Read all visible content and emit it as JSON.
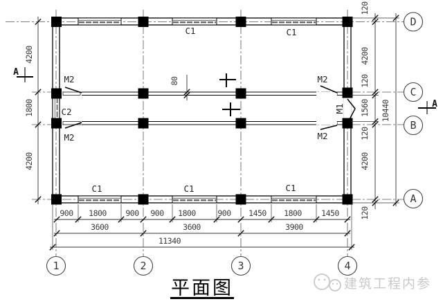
{
  "title": {
    "text": "平面图"
  },
  "watermark": {
    "text": "建筑工程内参"
  },
  "axes": {
    "bottom": [
      "1",
      "2",
      "3",
      "4"
    ],
    "right": [
      "D",
      "C",
      "B",
      "A"
    ]
  },
  "section_marks": {
    "left": "A",
    "right": "A"
  },
  "openings": {
    "c1_top": [
      "C1",
      "C1"
    ],
    "c1_bottom": [
      "C1",
      "C1",
      "C1"
    ],
    "c2": "C2",
    "m2_left_top": "M2",
    "m2_left_bottom": "M2",
    "m2_right_top": "M2",
    "m2_right_bottom": "M2",
    "m1": "M1"
  },
  "dims": {
    "row1": [
      "900",
      "1800",
      "900",
      "900",
      "1800",
      "900",
      "1450",
      "1800",
      "1450"
    ],
    "row2": [
      "3600",
      "3600",
      "3900"
    ],
    "total_width": "11340",
    "left": [
      "4200",
      "1800",
      "4200"
    ],
    "right": [
      "120",
      "4200",
      "120",
      "1560",
      "120",
      "4200",
      "120"
    ],
    "total_height": "10440",
    "wall": "80"
  }
}
